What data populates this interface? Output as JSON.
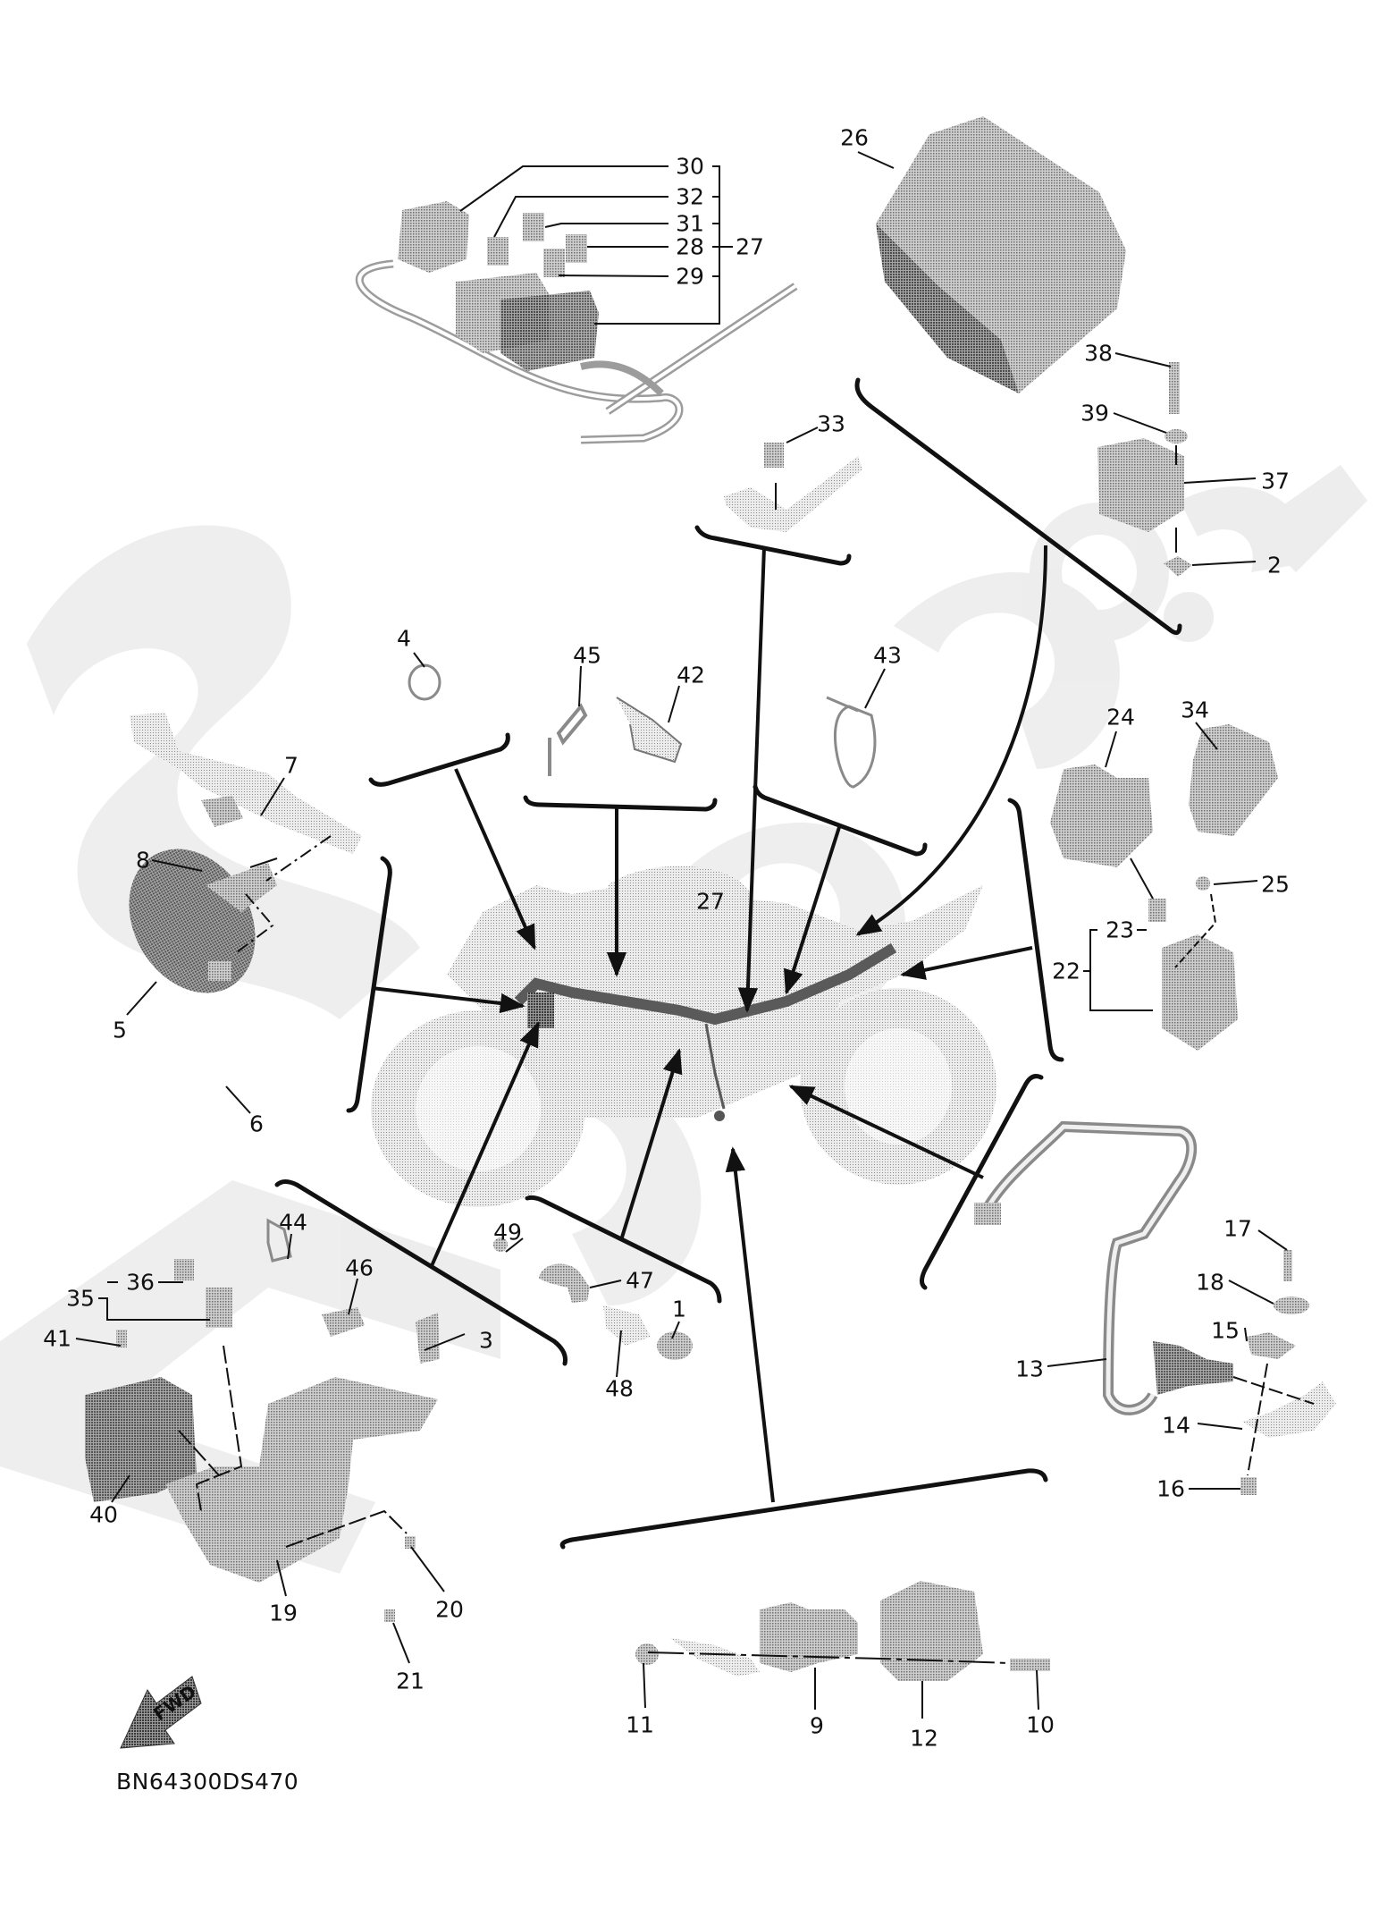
{
  "diagram": {
    "title": "Electrical parts exploded view",
    "code_label": "BN64300DS470",
    "watermark": "SPARTS.COM",
    "fwd_arrow_label": "FWD",
    "colors": {
      "background": "#ffffff",
      "line": "#111111",
      "part_fill": "#a8a8a8",
      "part_dark": "#7a7a7a",
      "watermark": "#ececec"
    },
    "callouts": [
      {
        "id": "1",
        "text": "1"
      },
      {
        "id": "2",
        "text": "2"
      },
      {
        "id": "3",
        "text": "3"
      },
      {
        "id": "4",
        "text": "4"
      },
      {
        "id": "5",
        "text": "5"
      },
      {
        "id": "6",
        "text": "6"
      },
      {
        "id": "7",
        "text": "7"
      },
      {
        "id": "8",
        "text": "8"
      },
      {
        "id": "9",
        "text": "9"
      },
      {
        "id": "10",
        "text": "10"
      },
      {
        "id": "11",
        "text": "11"
      },
      {
        "id": "12",
        "text": "12"
      },
      {
        "id": "13",
        "text": "13"
      },
      {
        "id": "14",
        "text": "14"
      },
      {
        "id": "15",
        "text": "15"
      },
      {
        "id": "16",
        "text": "16"
      },
      {
        "id": "17",
        "text": "17"
      },
      {
        "id": "18",
        "text": "18"
      },
      {
        "id": "19",
        "text": "19"
      },
      {
        "id": "20",
        "text": "20"
      },
      {
        "id": "21",
        "text": "21"
      },
      {
        "id": "22",
        "text": "22"
      },
      {
        "id": "23",
        "text": "23"
      },
      {
        "id": "24",
        "text": "24"
      },
      {
        "id": "25",
        "text": "25"
      },
      {
        "id": "26",
        "text": "26"
      },
      {
        "id": "27a",
        "text": "27"
      },
      {
        "id": "27b",
        "text": "27"
      },
      {
        "id": "28",
        "text": "28"
      },
      {
        "id": "29",
        "text": "29"
      },
      {
        "id": "30",
        "text": "30"
      },
      {
        "id": "31",
        "text": "31"
      },
      {
        "id": "32",
        "text": "32"
      },
      {
        "id": "33",
        "text": "33"
      },
      {
        "id": "34",
        "text": "34"
      },
      {
        "id": "35",
        "text": "35"
      },
      {
        "id": "36",
        "text": "36"
      },
      {
        "id": "37",
        "text": "37"
      },
      {
        "id": "38",
        "text": "38"
      },
      {
        "id": "39",
        "text": "39"
      },
      {
        "id": "40",
        "text": "40"
      },
      {
        "id": "41",
        "text": "41"
      },
      {
        "id": "42",
        "text": "42"
      },
      {
        "id": "43",
        "text": "43"
      },
      {
        "id": "44",
        "text": "44"
      },
      {
        "id": "45",
        "text": "45"
      },
      {
        "id": "46",
        "text": "46"
      },
      {
        "id": "47",
        "text": "47"
      },
      {
        "id": "48",
        "text": "48"
      },
      {
        "id": "49",
        "text": "49"
      }
    ]
  }
}
